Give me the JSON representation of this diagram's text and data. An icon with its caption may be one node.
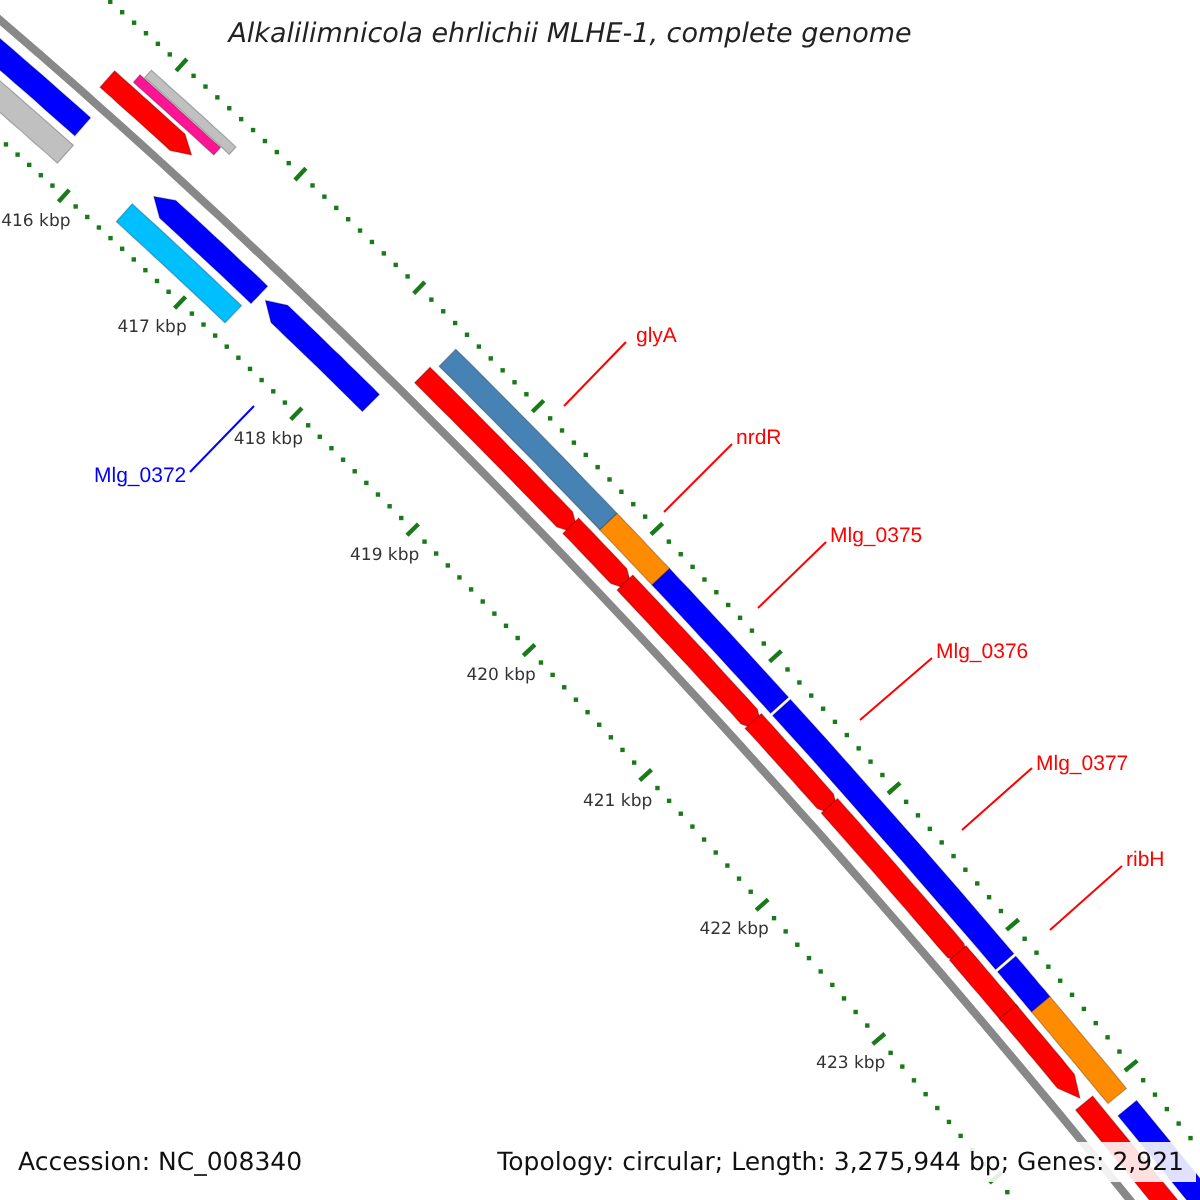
{
  "diagram": {
    "title": "Alkalilimnicola ehrlichii MLHE-1, complete genome",
    "nodes": [
      {
        "text": [
          "glyA"
        ]
      },
      {
        "text": [
          "nrdR"
        ]
      },
      {
        "text": [
          "Mlg_0375"
        ]
      },
      {
        "text": [
          "Mlg_0376"
        ]
      },
      {
        "text": [
          "Mlg_0377"
        ]
      },
      {
        "text": [
          "ribH"
        ]
      },
      {
        "text": [
          "Mlg_0372"
        ]
      }
    ],
    "edges": [
      {
        "from": 0,
        "to": null,
        "arrow": "none"
      },
      {
        "from": 1,
        "to": null,
        "arrow": "none"
      },
      {
        "from": 2,
        "to": null,
        "arrow": "none"
      },
      {
        "from": 3,
        "to": null,
        "arrow": "none"
      },
      {
        "from": 4,
        "to": null,
        "arrow": "none"
      },
      {
        "from": 5,
        "to": null,
        "arrow": "none"
      },
      {
        "from": 6,
        "to": null,
        "arrow": "none",
        "color": "#0000ff"
      }
    ],
    "labels": [
      "416 kbp",
      "417 kbp",
      "418 kbp",
      "419 kbp",
      "420 kbp",
      "421 kbp",
      "422 kbp",
      "423 kbp",
      "Accession: NC_008340",
      "Topology: circular; Length: 3,275,944 bp; Genes: 2,921"
    ]
  }
}
